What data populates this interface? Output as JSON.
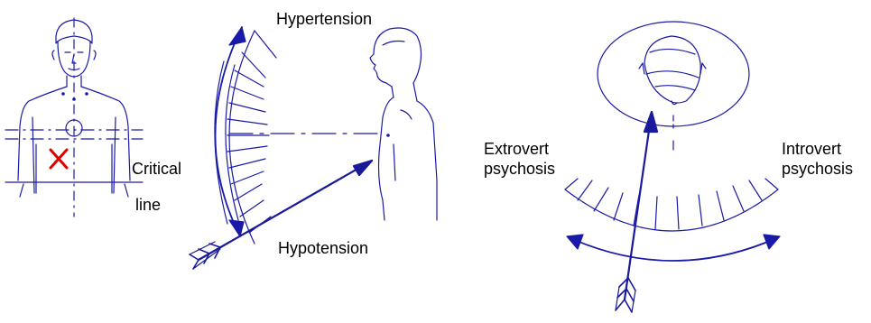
{
  "labels": {
    "critical_line_1": "Critical",
    "critical_line_2": "line",
    "hypertension": "Hypertension",
    "hypotension": "Hypotension",
    "extrovert_1": "Extrovert",
    "extrovert_2": "psychosis",
    "introvert_1": "Introvert",
    "introvert_2": "psychosis"
  },
  "colors": {
    "line": "#1a1aa8",
    "arrow": "#1a1a9a",
    "marker": "#e00000",
    "text": "#000000"
  },
  "icons": {
    "front_figure": "human-front-icon",
    "side_figure": "human-profile-icon",
    "top_head": "head-top-view-icon",
    "cross": "x-mark-icon"
  }
}
